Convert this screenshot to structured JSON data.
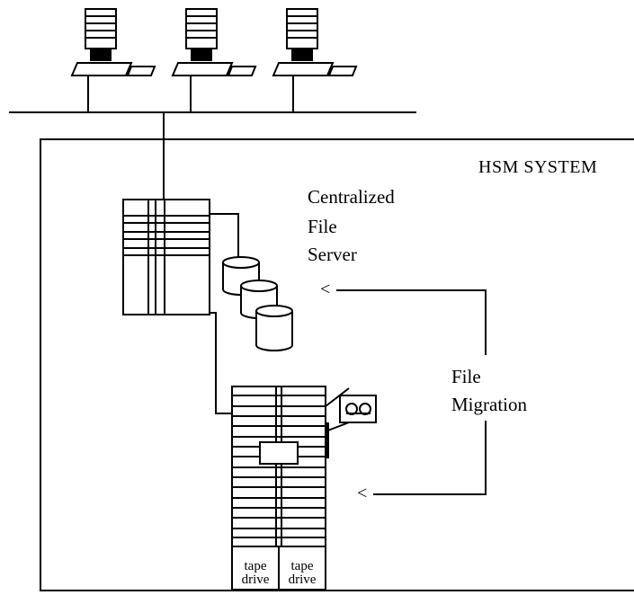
{
  "system": {
    "title": "HSM SYSTEM"
  },
  "server_label": {
    "line1": "Centralized",
    "line2": "File",
    "line3": "Server"
  },
  "migration_label": {
    "line1": "File",
    "line2": "Migration"
  },
  "tape_drives": [
    {
      "line1": "tape",
      "line2": "drive"
    },
    {
      "line1": "tape",
      "line2": "drive"
    }
  ],
  "arrow_glyph": "<"
}
